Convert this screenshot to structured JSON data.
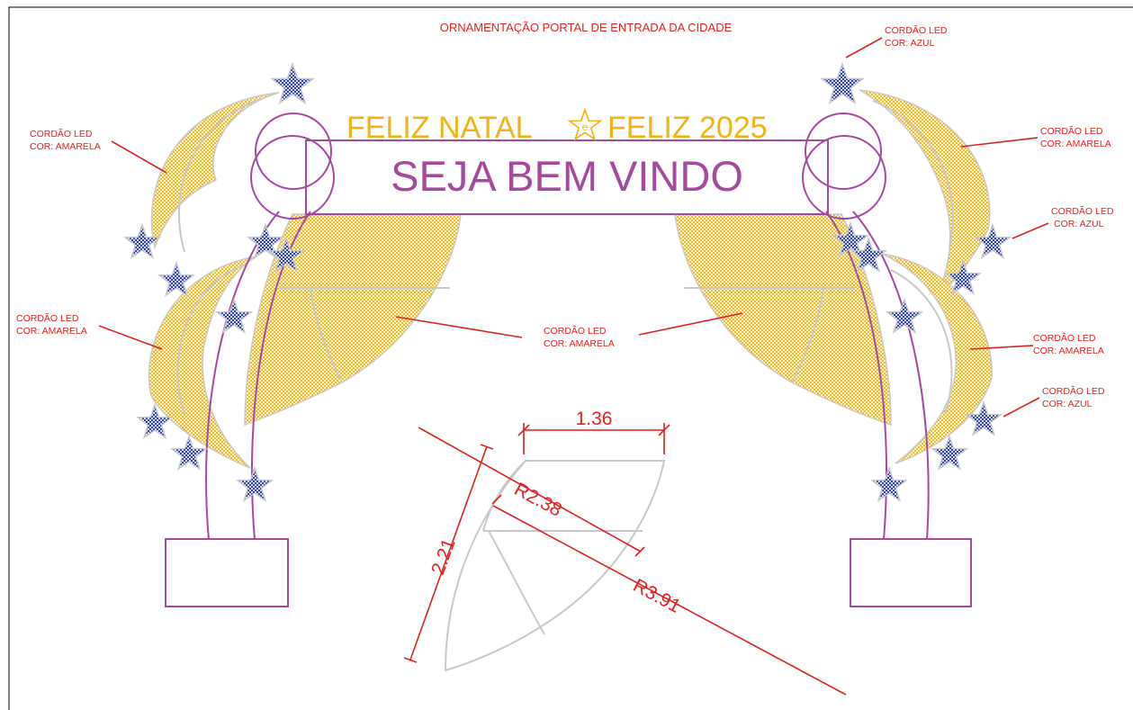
{
  "title": "ORNAMENTAÇÃO PORTAL DE ENTRADA DA CIDADE",
  "banner": {
    "line1_left": "FELIZ NATAL",
    "line1_connector": "e",
    "line1_right": "FELIZ 2025",
    "line2": "SEJA BEM VINDO"
  },
  "labels": {
    "left_upper_yellow": [
      "CORDÃO LED",
      "COR: AMARELA"
    ],
    "left_lower_yellow": [
      "CORDÃO LED",
      "COR: AMARELA"
    ],
    "center_yellow": [
      "CORDÃO LED",
      "COR: AMARELA"
    ],
    "right_top_blue": [
      "CORDÃO LED",
      "COR: AZUL"
    ],
    "right_upper_yellow": [
      "CORDÃO LED",
      "COR: AMARELA"
    ],
    "right_mid_blue": [
      "CORDÃO LED",
      "COR: AZUL"
    ],
    "right_lower_yellow": [
      "CORDÃO LED",
      "COR: AMARELA"
    ],
    "right_bottom_blue": [
      "CORDÃO LED",
      "COR: AZUL"
    ]
  },
  "dimensions": {
    "width": "1.36",
    "inner_radius": "R2.38",
    "height": "2.21",
    "outer_radius": "R3.91"
  },
  "colors": {
    "label_red": "#e8201e",
    "structure_magenta": "#a64aa0",
    "led_yellow": "#f0b418",
    "led_blue": "#2b3f9a",
    "outline_gray": "#c8c8c8"
  }
}
